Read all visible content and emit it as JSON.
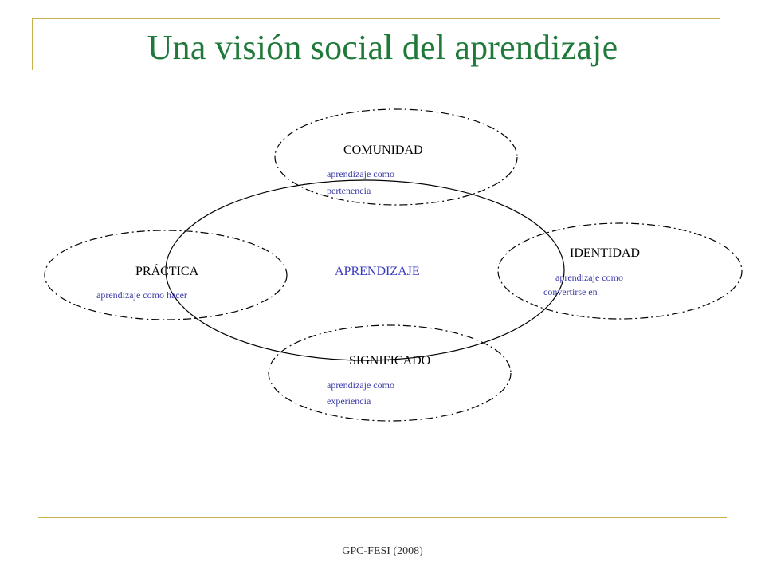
{
  "slide": {
    "title": "Una visión social del aprendizaje",
    "footer": "GPC-FESI (2008)"
  },
  "diagram": {
    "center": {
      "label": "APRENDIZAJE"
    },
    "nodes": {
      "comunidad": {
        "label": "COMUNIDAD",
        "sub_line1": "aprendizaje como",
        "sub_line2": "pertenencia"
      },
      "practica": {
        "label": "PRÁCTICA",
        "sub_line1": "aprendizaje como hacer"
      },
      "identidad": {
        "label": "IDENTIDAD",
        "sub_line1": "aprendizaje como",
        "sub_line2": "convertirse en"
      },
      "significado": {
        "label": "SIGNIFICADO",
        "sub_line1": "aprendizaje como",
        "sub_line2": "experiencia"
      }
    }
  },
  "colors": {
    "title": "#1f7a3a",
    "rule": "#c8b04a",
    "sub_text": "#3a3aa8",
    "center_text": "#3a3ac0",
    "outline": "#000000"
  }
}
